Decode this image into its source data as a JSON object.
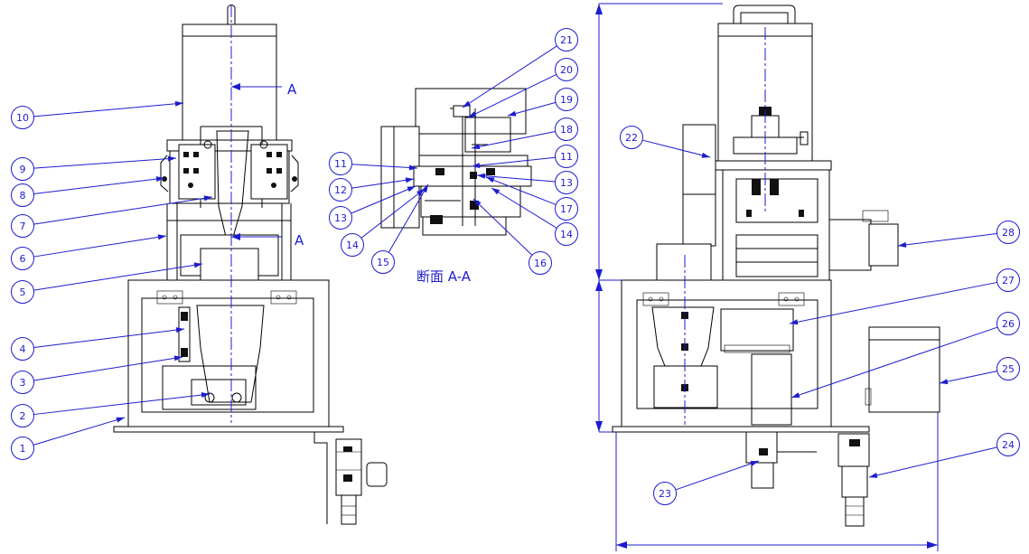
{
  "section_title": "断面 A-A",
  "section_letter_top": "A",
  "section_letter_bottom": "A",
  "balloons": [
    {
      "id": "b1",
      "label": "1"
    },
    {
      "id": "b2",
      "label": "2"
    },
    {
      "id": "b3",
      "label": "3"
    },
    {
      "id": "b4",
      "label": "4"
    },
    {
      "id": "b5",
      "label": "5"
    },
    {
      "id": "b6",
      "label": "6"
    },
    {
      "id": "b7",
      "label": "7"
    },
    {
      "id": "b8",
      "label": "8"
    },
    {
      "id": "b9",
      "label": "9"
    },
    {
      "id": "b10",
      "label": "10"
    },
    {
      "id": "b11a",
      "label": "11"
    },
    {
      "id": "b12",
      "label": "12"
    },
    {
      "id": "b13a",
      "label": "13"
    },
    {
      "id": "b14a",
      "label": "14"
    },
    {
      "id": "b15",
      "label": "15"
    },
    {
      "id": "b16",
      "label": "16"
    },
    {
      "id": "b14b",
      "label": "14"
    },
    {
      "id": "b17",
      "label": "17"
    },
    {
      "id": "b13b",
      "label": "13"
    },
    {
      "id": "b11b",
      "label": "11"
    },
    {
      "id": "b18",
      "label": "18"
    },
    {
      "id": "b19",
      "label": "19"
    },
    {
      "id": "b20",
      "label": "20"
    },
    {
      "id": "b21",
      "label": "21"
    },
    {
      "id": "b22",
      "label": "22"
    },
    {
      "id": "b23",
      "label": "23"
    },
    {
      "id": "b24",
      "label": "24"
    },
    {
      "id": "b25",
      "label": "25"
    },
    {
      "id": "b26",
      "label": "26"
    },
    {
      "id": "b27",
      "label": "27"
    },
    {
      "id": "b28",
      "label": "28"
    }
  ]
}
